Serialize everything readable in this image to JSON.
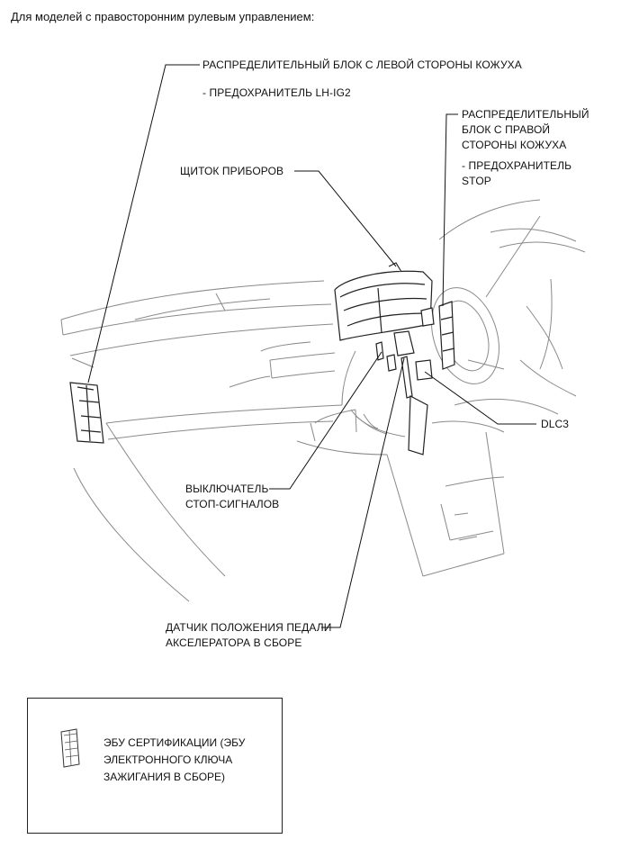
{
  "heading": "Для моделей с правосторонним рулевым управлением:",
  "labels": {
    "left_block": "РАСПРЕДЕЛИТЕЛЬНЫЙ БЛОК С ЛЕВОЙ СТОРОНЫ КОЖУХА",
    "left_block_fuse": "- ПРЕДОХРАНИТЕЛЬ LH-IG2",
    "right_block_1": "РАСПРЕДЕЛИТЕЛЬНЫЙ",
    "right_block_2": "БЛОК С ПРАВОЙ",
    "right_block_3": "СТОРОНЫ КОЖУХА",
    "right_block_fuse_1": "- ПРЕДОХРАНИТЕЛЬ",
    "right_block_fuse_2": "STOP",
    "meter": "ЩИТОК ПРИБОРОВ",
    "dlc3": "DLC3",
    "stop_switch_1": "ВЫКЛЮЧАТЕЛЬ",
    "stop_switch_2": "СТОП-СИГНАЛОВ",
    "accel_sensor_1": "ДАТЧИК ПОЛОЖЕНИЯ ПЕДАЛИ",
    "accel_sensor_2": "АКСЕЛЕРАТОРА В СБОРЕ"
  },
  "legend": {
    "line1": "ЭБУ СЕРТИФИКАЦИИ (ЭБУ",
    "line2": "ЭЛЕКТРОННОГО КЛЮЧА",
    "line3": "ЗАЖИГАНИЯ В СБОРЕ)"
  }
}
